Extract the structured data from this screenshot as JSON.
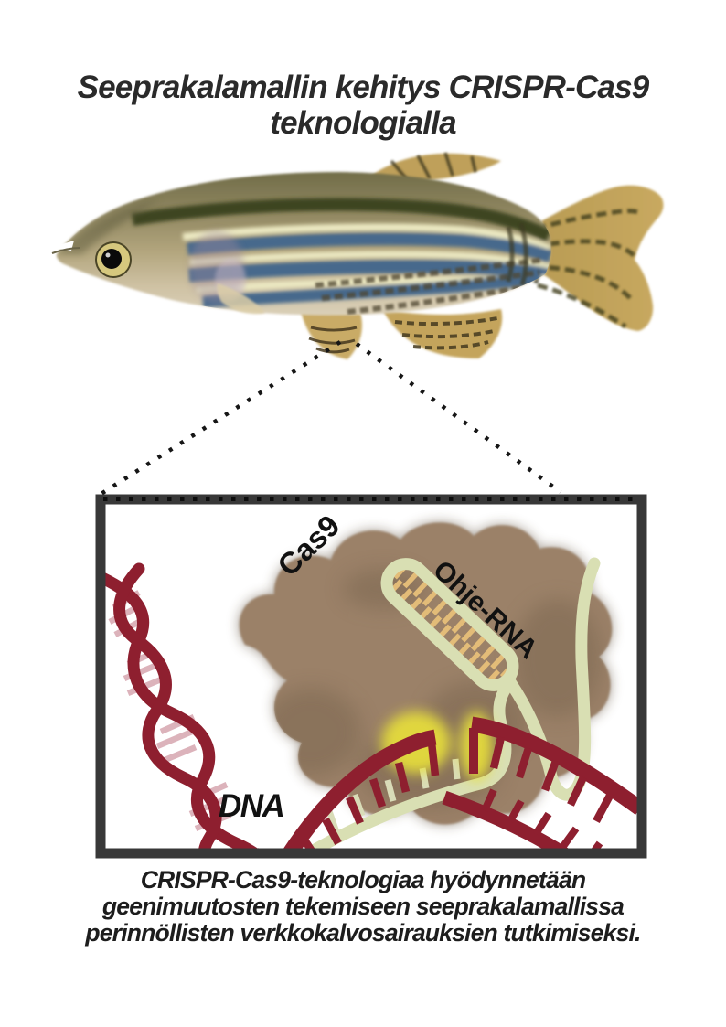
{
  "title": {
    "line1": "Seeprakalamallin kehitys CRISPR-Cas9",
    "line2": "teknologialla"
  },
  "inset": {
    "cas9_label": "Cas9",
    "guide_rna_label": "Ohje-RNA",
    "dna_label": "DNA"
  },
  "caption": {
    "line1": "CRISPR-Cas9-teknologiaa hyödynnetään",
    "line2": "geenimuutosten tekemiseen seeprakalamallissa",
    "line3": "perinnöllisten verkkokalvosairauksien tutkimiseksi."
  },
  "colors": {
    "text": "#262626",
    "box_border": "#383838",
    "dna_red": "#8e1f2f",
    "dna_rung_pink": "#d9abb4",
    "cas9_brown": "#9b8168",
    "cas9_shadow": "#53422f",
    "rna_green": "#d9dfb3",
    "rna_rung_tan": "#e3bc78",
    "cut_glow_yellow": "#e9e13a",
    "fish_blue_stripe": "#47698c",
    "fish_cream_stripe": "#ece9c2",
    "fish_body_olive": "#8b8257",
    "fish_fin_tan": "#c8a85f"
  }
}
